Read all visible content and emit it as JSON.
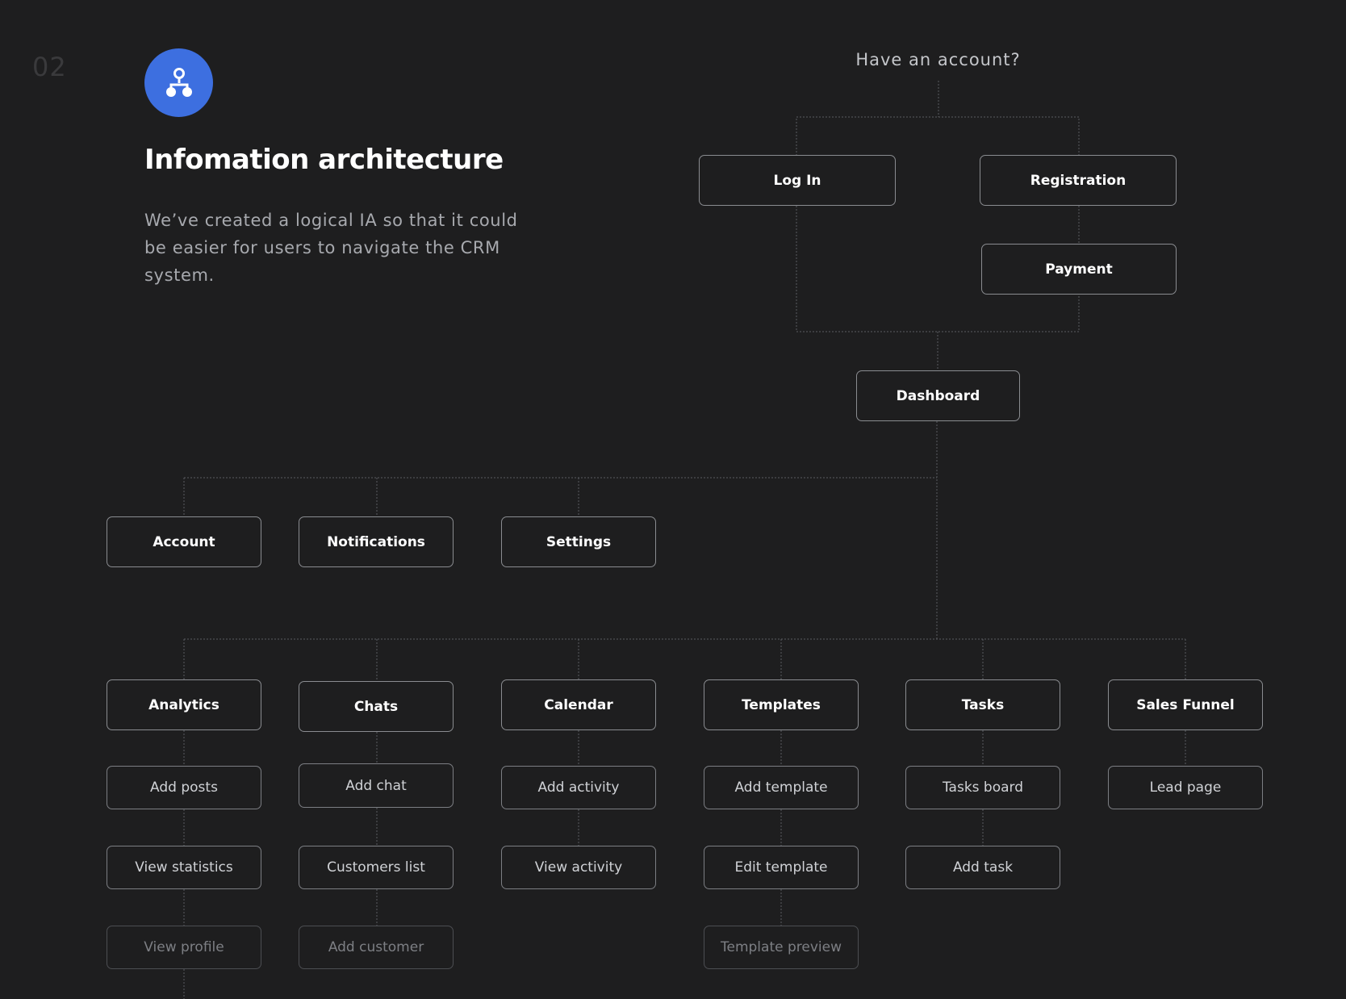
{
  "section_number": "02",
  "icon": "sitemap-icon",
  "title": "Infomation architecture",
  "description": "We’ve created a logical IA so that it could be easier for users to navigate the CRM system.",
  "colors": {
    "background": "#1e1e1f",
    "accent": "#3d6fe0",
    "node_border": "#8a8c90",
    "connector": "#5a5c60"
  },
  "diagram": {
    "root": "Have an account?",
    "auth": {
      "login": "Log In",
      "registration": "Registration",
      "payment": "Payment"
    },
    "dashboard": "Dashboard",
    "top_level": {
      "account": "Account",
      "notifications": "Notifications",
      "settings": "Settings"
    },
    "modules": {
      "analytics": {
        "label": "Analytics",
        "children": [
          "Add posts",
          "View statistics",
          "View profile"
        ]
      },
      "chats": {
        "label": "Chats",
        "children": [
          "Add chat",
          "Customers list",
          "Add customer"
        ]
      },
      "calendar": {
        "label": "Calendar",
        "children": [
          "Add activity",
          "View activity"
        ]
      },
      "templates": {
        "label": "Templates",
        "children": [
          "Add template",
          "Edit template",
          "Template preview"
        ]
      },
      "tasks": {
        "label": "Tasks",
        "children": [
          "Tasks board",
          "Add task"
        ]
      },
      "sales_funnel": {
        "label": "Sales Funnel",
        "children": [
          "Lead page"
        ]
      }
    }
  }
}
